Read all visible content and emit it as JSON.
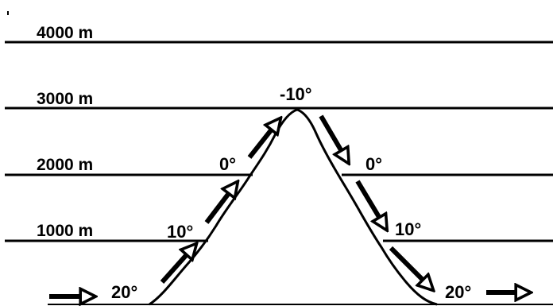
{
  "diagram": {
    "colors": {
      "ink": "#000000",
      "background": "#ffffff"
    },
    "altitudes": [
      {
        "label": "4000 m"
      },
      {
        "label": "3000 m"
      },
      {
        "label": "2000 m"
      },
      {
        "label": "1000 m"
      }
    ],
    "temperatures": {
      "windward_base": "20°",
      "windward_1000": "10°",
      "windward_2000": "0°",
      "summit": "-10°",
      "leeward_2000": "0°",
      "leeward_1000": "10°",
      "leeward_base": "20°"
    }
  }
}
